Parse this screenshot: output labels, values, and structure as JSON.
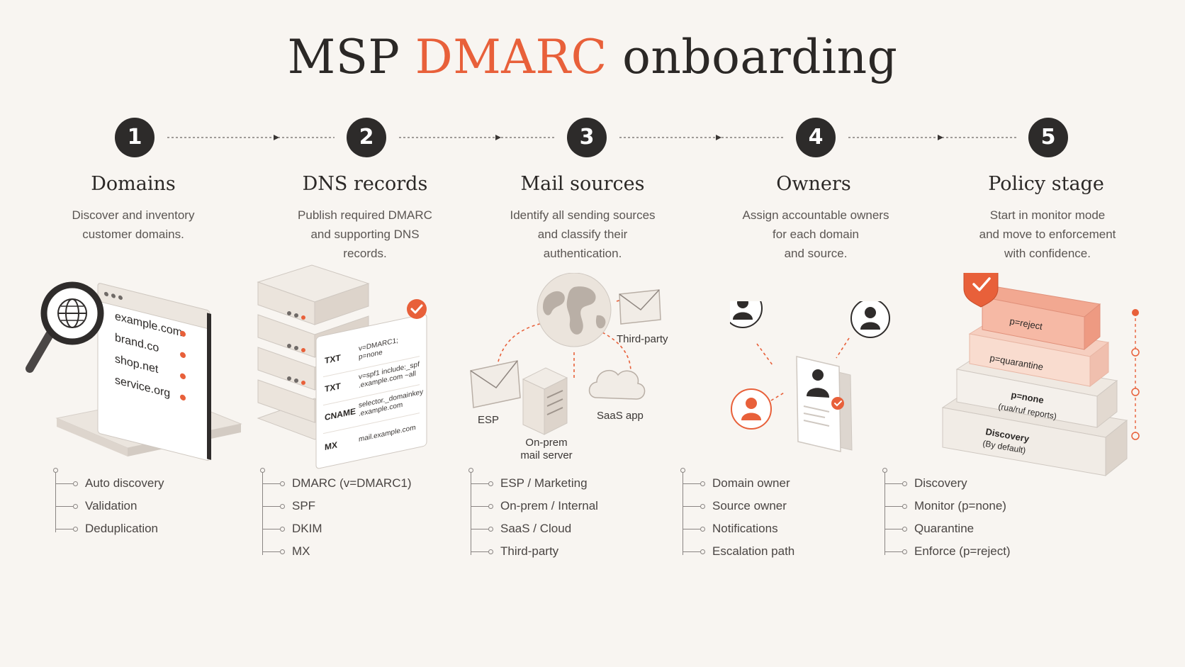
{
  "title": {
    "prefix": "MSP",
    "accent": "DMARC",
    "suffix": "onboarding"
  },
  "steps": [
    {
      "number": "1",
      "title": "Domains",
      "desc": [
        "Discover and inventory",
        "customer domains."
      ],
      "domains": [
        "example.com",
        "brand.co",
        "shop.net",
        "service.org"
      ],
      "items": [
        "Auto discovery",
        "Validation",
        "Deduplication"
      ]
    },
    {
      "number": "2",
      "title": "DNS records",
      "desc": [
        "Publish required DMARC",
        "and supporting DNS",
        "records."
      ],
      "records": [
        {
          "type": "TXT",
          "value": [
            "v=DMARC1;",
            "p=none"
          ]
        },
        {
          "type": "TXT",
          "value": [
            "v=spf1 include:_spf",
            ".example.com ~all"
          ]
        },
        {
          "type": "CNAME",
          "value": [
            "selector._domainkey",
            ".example.com"
          ]
        },
        {
          "type": "MX",
          "value": [
            "mail.example.com"
          ]
        }
      ],
      "items": [
        "DMARC (v=DMARC1)",
        "SPF",
        "DKIM",
        "MX"
      ]
    },
    {
      "number": "3",
      "title": "Mail sources",
      "desc": [
        "Identify all sending sources",
        "and classify their",
        "authentication."
      ],
      "sources": {
        "esp": "ESP",
        "onprem": [
          "On-prem",
          "mail server"
        ],
        "saas": "SaaS app",
        "thirdparty": "Third-party"
      },
      "items": [
        "ESP / Marketing",
        "On-prem / Internal",
        "SaaS / Cloud",
        "Third-party"
      ]
    },
    {
      "number": "4",
      "title": "Owners",
      "desc": [
        "Assign accountable owners",
        "for each domain",
        "and source."
      ],
      "items": [
        "Domain owner",
        "Source owner",
        "Notifications",
        "Escalation path"
      ]
    },
    {
      "number": "5",
      "title": "Policy stage",
      "desc": [
        "Start in monitor mode",
        "and move to enforcement",
        "with confidence."
      ],
      "levels": {
        "reject": "p=reject",
        "quarantine": "p=quarantine",
        "none": [
          "p=none",
          "(rua/ruf reports)"
        ],
        "discovery": [
          "Discovery",
          "(By default)"
        ]
      },
      "items": [
        "Discovery",
        "Monitor (p=none)",
        "Quarantine",
        "Enforce (p=reject)"
      ]
    }
  ],
  "colors": {
    "accent": "#e8603a",
    "dark": "#2d2b2a",
    "background": "#f8f5f1"
  }
}
